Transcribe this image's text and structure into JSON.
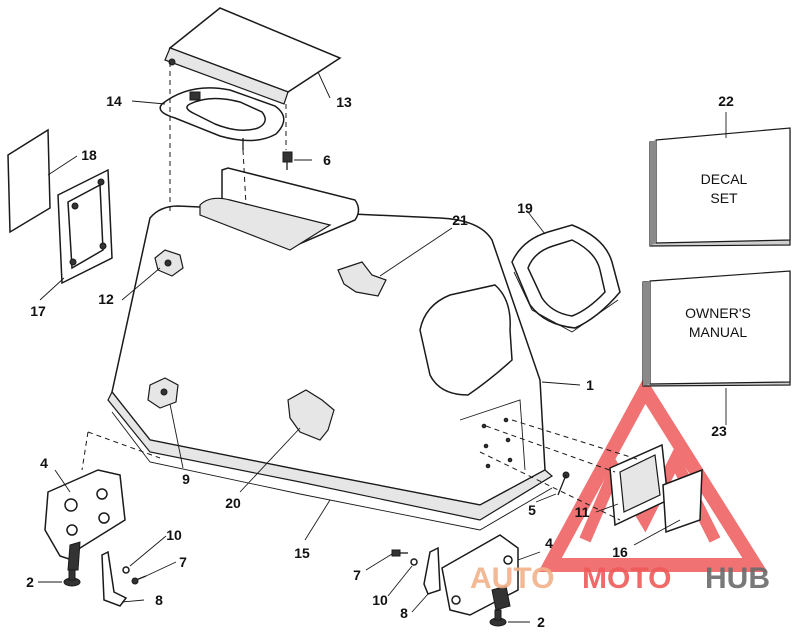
{
  "colors": {
    "line": "#1a1a1a",
    "box_shade": "#cfcfcf",
    "watermark_red": "#ef5a5a",
    "watermark_orange": "#f2b28a",
    "watermark_gray": "#6b6b6b"
  },
  "callouts": {
    "n1": "1",
    "n2a": "2",
    "n2b": "2",
    "n4a": "4",
    "n4b": "4",
    "n5": "5",
    "n6": "6",
    "n7a": "7",
    "n7b": "7",
    "n8a": "8",
    "n8b": "8",
    "n9": "9",
    "n10a": "10",
    "n10b": "10",
    "n11": "11",
    "n12": "12",
    "n13": "13",
    "n14": "14",
    "n15": "15",
    "n16": "16",
    "n17": "17",
    "n18": "18",
    "n19": "19",
    "n20": "20",
    "n21": "21",
    "n22": "22",
    "n23": "23"
  },
  "decal_box": {
    "line1": "DECAL",
    "line2": "SET"
  },
  "manual_box": {
    "line1": "OWNER'S",
    "line2": "MANUAL"
  },
  "watermark": {
    "part1": "AUTO",
    "part2": "MOTO",
    "part3": "HUB"
  }
}
